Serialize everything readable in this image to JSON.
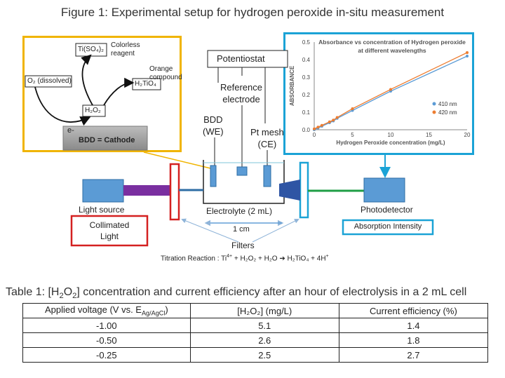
{
  "figure_title": "Figure 1: Experimental setup for hydrogen peroxide in-situ measurement",
  "inset": {
    "reagent_formula": "Ti(SO₄)₂",
    "reagent_note": "Colorless\nreagent",
    "o2_label": "O₂ (dissolved)",
    "h2o2_label": "H₂O₂",
    "product_formula": "H₂TiO₄",
    "product_note": "Orange\ncompound",
    "electron_label": "e-",
    "cathode_label": "BDD = Cathode"
  },
  "setup": {
    "potentiostat": "Potentiostat",
    "reference_electrode": "Reference\nelectrode",
    "working_electrode": "BDD\n(WE)",
    "counter_electrode": "Pt mesh\n(CE)",
    "electrolyte": "Electrolyte (2 mL)",
    "width_label": "1 cm",
    "filters": "Filters",
    "light_source": "Light source",
    "collimated_light": "Collimated\nLight",
    "photodetector": "Photodetector",
    "absorption_intensity": "Absorption Intensity",
    "titration_prefix": "Titration Reaction : Ti",
    "titration_sup": "4+",
    "titration_rest": " + H₂O₂ + H₂O ➔ H₂TiO₄ + 4H",
    "titration_sup2": "+"
  },
  "colors": {
    "inset_border": "#f0b400",
    "chart_border": "#1ba3d6",
    "collimated_border": "#d42020",
    "series_410": "#5b9bd5",
    "series_420": "#ed7d31",
    "light_beam": "#7a2fa0",
    "detector_beam": "#1f9e45"
  },
  "chart_data": {
    "type": "scatter",
    "title": "Absorbance vs concentration of Hydrogen peroxide at different wavelengths",
    "xlabel": "Hydrogen Peroxide concentration (mg/L)",
    "ylabel": "ABSORBANCE",
    "xlim": [
      0,
      20
    ],
    "ylim": [
      0,
      0.5
    ],
    "xticks": [
      "0",
      "5",
      "10",
      "15",
      "20"
    ],
    "yticks": [
      "0.0",
      "0.1",
      "0.2",
      "0.3",
      "0.4",
      "0.5"
    ],
    "legend_position": "right",
    "series": [
      {
        "name": "410 nm",
        "x": [
          0,
          0.5,
          1,
          2,
          2.5,
          3,
          5,
          10,
          20
        ],
        "y": [
          0.0,
          0.01,
          0.02,
          0.04,
          0.05,
          0.065,
          0.11,
          0.22,
          0.42
        ]
      },
      {
        "name": "420 nm",
        "x": [
          0,
          0.5,
          1,
          2,
          2.5,
          3,
          5,
          10,
          20
        ],
        "y": [
          0.005,
          0.015,
          0.025,
          0.045,
          0.055,
          0.07,
          0.12,
          0.23,
          0.44
        ]
      }
    ]
  },
  "table": {
    "title_prefix": "Table 1: [H",
    "title_rest": "] concentration and current efficiency after an hour of electrolysis in a 2 mL cell",
    "headers": [
      "Applied voltage (V vs. E",
      "[H₂O₂] (mg/L)",
      "Current efficiency (%)"
    ],
    "header_sub": "Ag/AgCl",
    "rows": [
      [
        "-1.00",
        "5.1",
        "1.4"
      ],
      [
        "-0.50",
        "2.6",
        "1.8"
      ],
      [
        "-0.25",
        "2.5",
        "2.7"
      ]
    ]
  }
}
